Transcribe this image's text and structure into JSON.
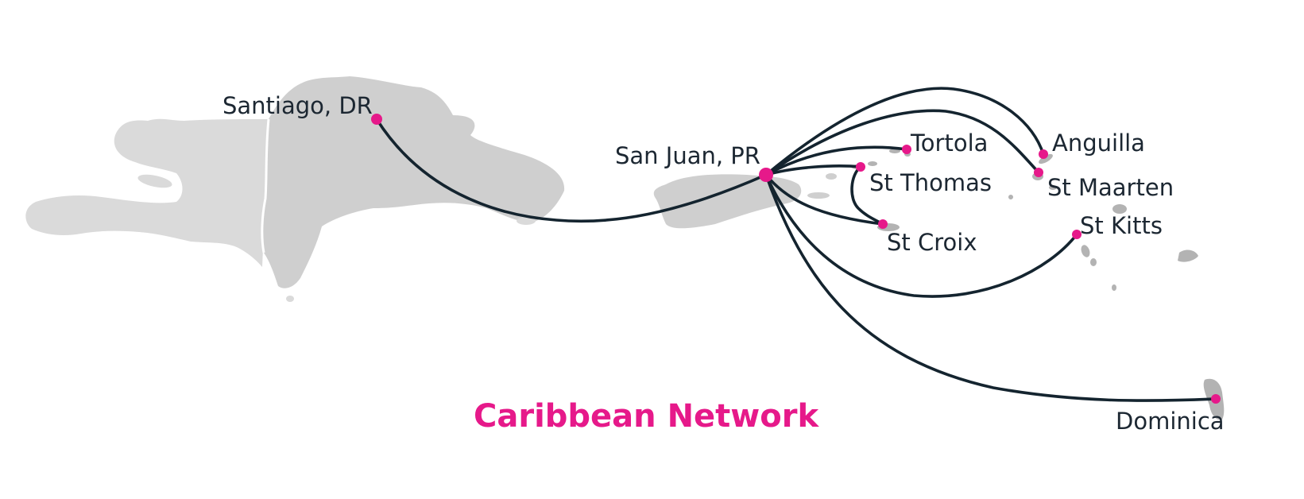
{
  "title": "Caribbean Network",
  "colors": {
    "accent": "#e6198a",
    "route_line": "#14242f",
    "land": "#d4d4d4",
    "text": "#1c2732"
  },
  "hub": {
    "id": "san-juan",
    "label": "San Juan, PR"
  },
  "destinations": [
    {
      "id": "santiago",
      "label": "Santiago, DR"
    },
    {
      "id": "tortola",
      "label": "Tortola"
    },
    {
      "id": "st-thomas",
      "label": "St Thomas"
    },
    {
      "id": "st-croix",
      "label": "St Croix"
    },
    {
      "id": "anguilla",
      "label": "Anguilla"
    },
    {
      "id": "st-maarten",
      "label": "St Maarten"
    },
    {
      "id": "st-kitts",
      "label": "St Kitts"
    },
    {
      "id": "dominica",
      "label": "Dominica"
    }
  ]
}
